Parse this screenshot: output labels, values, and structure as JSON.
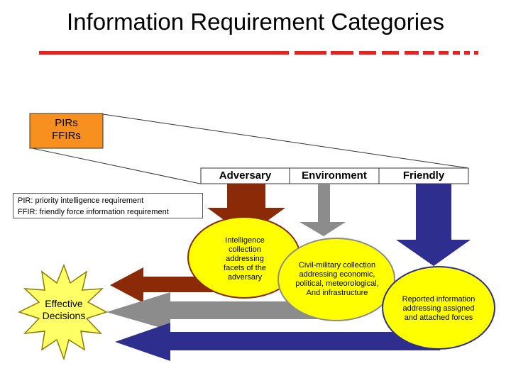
{
  "title": "Information Requirement Categories",
  "pir_box": {
    "line1": "PIRs",
    "line2": "FFIRs"
  },
  "legend": {
    "line1": "PIR: priority intelligence requirement",
    "line2": "FFIR: friendly force information requirement"
  },
  "categories": [
    "Adversary",
    "Environment",
    "Friendly"
  ],
  "circles": {
    "adversary": [
      "Intelligence",
      "collection",
      "addressing",
      "facets of the",
      "adversary"
    ],
    "environment": [
      "Civil-military collection",
      "addressing economic,",
      "political, meteorological,",
      "And infrastructure"
    ],
    "friendly": [
      "Reported information",
      "addressing assigned",
      "and attached forces"
    ]
  },
  "star": {
    "line1": "Effective",
    "line2": "Decisions"
  },
  "colors": {
    "title_rule": "#e8201f",
    "pir_box": "#f7901e",
    "adversary": "#8b2a07",
    "environment": "#8c8c8c",
    "friendly": "#2e2e8f",
    "circle_fill": "#ffff00",
    "star_fill": "#ffff66"
  }
}
